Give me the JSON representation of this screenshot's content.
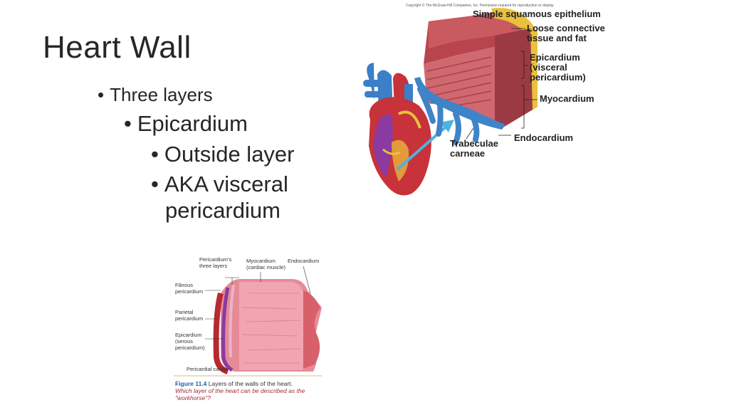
{
  "slide": {
    "title": "Heart Wall",
    "bullets": [
      {
        "level": 1,
        "text": "Three layers"
      },
      {
        "level": 2,
        "text": "Epicardium"
      },
      {
        "level": 3,
        "text": "Outside layer"
      },
      {
        "level": 3,
        "text": "AKA visceral"
      },
      {
        "level": 3,
        "text": "pericardium"
      }
    ],
    "bullet_glyph": "•"
  },
  "figure_top": {
    "copyright": "Copyright © The McGraw-Hill Companies, Inc. Permission required for reproduction or display.",
    "labels": {
      "simple_squamous": "Simple squamous epithelium",
      "loose_connective_1": "Loose connective",
      "loose_connective_2": "tissue and fat",
      "epicardium_1": "Epicardium",
      "epicardium_2": "(visceral",
      "epicardium_3": "pericardium)",
      "myocardium": "Myocardium",
      "endocardium": "Endocardium",
      "trabeculae_1": "Trabeculae",
      "trabeculae_2": "carneae"
    },
    "colors": {
      "fat": "#e8c23a",
      "muscle": "#b8454e",
      "endo": "#3f83c9",
      "heart_red": "#c8323a",
      "vessel_blue": "#3a7fc8",
      "arrow": "#4fb2dd"
    }
  },
  "figure_bottom": {
    "labels": {
      "pericardium_layers_1": "Pericardium's",
      "pericardium_layers_2": "three layers",
      "myocardium_1": "Myocardium",
      "myocardium_2": "(cardiac muscle)",
      "endocardium": "Endocardium",
      "fibrous_1": "Fibrous",
      "fibrous_2": "pericardium",
      "parietal_1": "Parietal",
      "parietal_2": "pericardium",
      "epicardium_1": "Epicardium",
      "epicardium_2": "(serous",
      "epicardium_3": "pericardium)",
      "cavity": "Pericardial cavity"
    },
    "caption": {
      "figure_label": "Figure 11.4",
      "text": " Layers of the walls of the heart.",
      "question": "Which layer of the heart can be described as the \"workhorse\"?"
    }
  }
}
